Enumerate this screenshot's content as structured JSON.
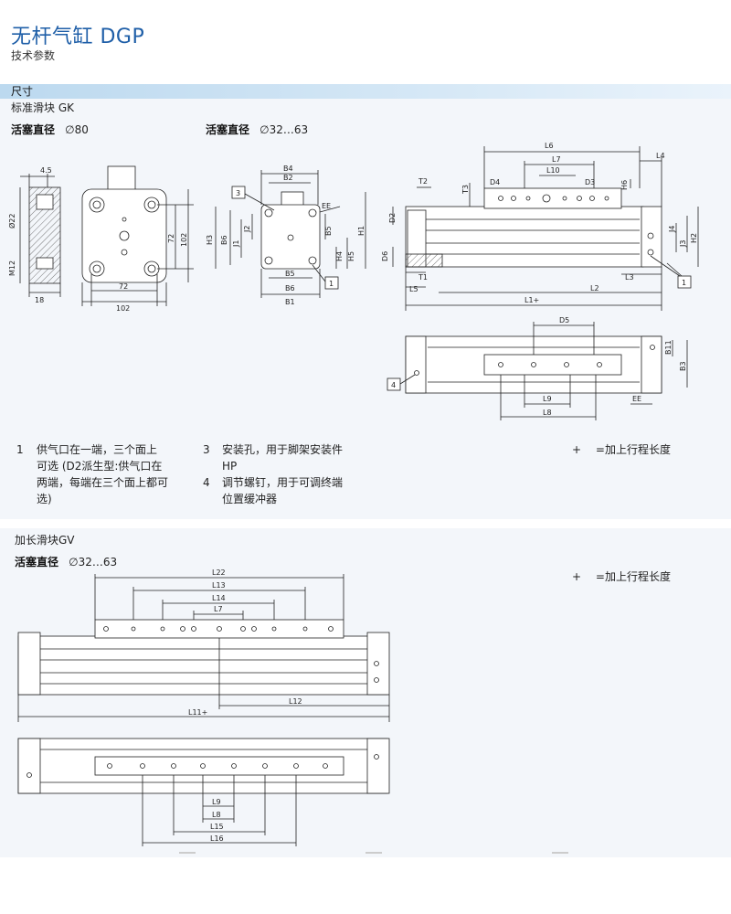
{
  "header": {
    "title": "无杆气缸 DGP",
    "subtitle": "技术参数"
  },
  "section": {
    "label": "尺寸"
  },
  "gk": {
    "label": "标准滑块 GK",
    "piston_label_left": "活塞直径",
    "piston_value_left": "∅80",
    "piston_label_right": "活塞直径",
    "piston_value_right": "∅32…63"
  },
  "notes": {
    "n1_num": "1",
    "n1_line1": "供气口在一端，三个面上",
    "n1_line2": "可选 (D2派生型:供气口在",
    "n1_line3": "两端，每端在三个面上都可",
    "n1_line4": "选)",
    "n3_num": "3",
    "n3_line1": "安装孔，用于脚架安装件",
    "n3_line2": "HP",
    "n4_num": "4",
    "n4_line1": "调节螺钉，用于可调终端",
    "n4_line2": "位置缓冲器",
    "plus_sym": "+",
    "plus_text": "=加上行程长度"
  },
  "gv": {
    "label": "加长滑块GV",
    "piston_label": "活塞直径",
    "piston_value": "∅32…63",
    "plus_sym": "+",
    "plus_text": "=加上行程长度"
  },
  "drawing_labels": {
    "d80_45": "4.5",
    "d80_22": "Ø22",
    "d80_m12": "M12",
    "d80_18": "18",
    "d80_72a": "72",
    "d80_102a": "102",
    "d80_72b": "72",
    "d80_102b": "102",
    "e_b4": "B4",
    "e_b2": "B2",
    "e_ee": "EE",
    "e_3": "3",
    "e_h3": "H3",
    "e_b6v": "B6",
    "e_j1": "J1",
    "e_j2": "J2",
    "e_b5v": "B5",
    "e_h5": "H5",
    "e_h4": "H4",
    "e_h1": "H1",
    "e_b5": "B5",
    "e_b6": "B6",
    "e_b1": "B1",
    "e_1": "1",
    "s_l6": "L6",
    "s_l7": "L7",
    "s_l10": "L10",
    "s_l4": "L4",
    "s_t2": "T2",
    "s_t3": "T3",
    "s_d4": "D4",
    "s_d3": "D3",
    "s_h6": "H6",
    "s_d2": "D2",
    "s_d6": "D6",
    "s_j4": "J4",
    "s_j3": "J3",
    "s_h2": "H2",
    "s_t1": "T1",
    "s_l5": "L5",
    "s_l3": "L3",
    "s_l2": "L2",
    "s_l1": "L1+",
    "s_1": "1",
    "p_d5": "D5",
    "p_b11": "B11",
    "p_b3": "B3",
    "p_4": "4",
    "p_l9": "L9",
    "p_l8": "L8",
    "p_ee": "EE",
    "gv_l22": "L22",
    "gv_l13": "L13",
    "gv_l14": "L14",
    "gv_l7": "L7",
    "gv_l12": "L12",
    "gv_l11": "L11+",
    "gvp_l9": "L9",
    "gvp_l8": "L8",
    "gvp_l15": "L15",
    "gvp_l16": "L16"
  },
  "colors": {
    "title": "#1f5fa8",
    "band": "#c9e1f3",
    "panel": "#f3f6fa",
    "line": "#222222"
  }
}
